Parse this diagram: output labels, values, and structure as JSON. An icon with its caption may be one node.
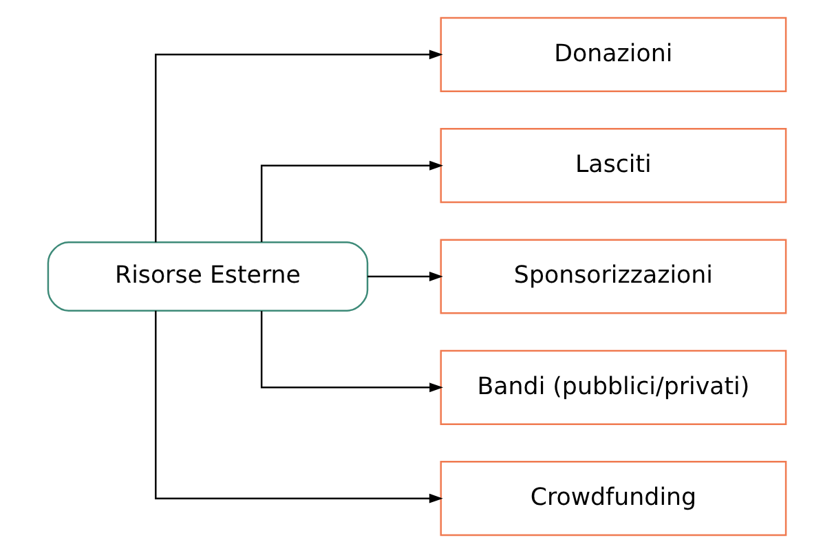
{
  "diagram": {
    "nodes": [
      {
        "text": [
          "Risorse Esterne"
        ]
      },
      {
        "text": [
          "Donazioni"
        ]
      },
      {
        "text": [
          "Lasciti"
        ]
      },
      {
        "text": [
          "Sponsorizzazioni"
        ]
      },
      {
        "text": [
          "Bandi (pubblici/privati)"
        ]
      },
      {
        "text": [
          "Crowdfunding"
        ]
      }
    ],
    "edges": [
      {
        "from": 0,
        "to": 1,
        "arrow": "to"
      },
      {
        "from": 0,
        "to": 2,
        "arrow": "to"
      },
      {
        "from": 0,
        "to": 3,
        "arrow": "to"
      },
      {
        "from": 0,
        "to": 4,
        "arrow": "to"
      },
      {
        "from": 0,
        "to": 5,
        "arrow": "to"
      }
    ]
  }
}
